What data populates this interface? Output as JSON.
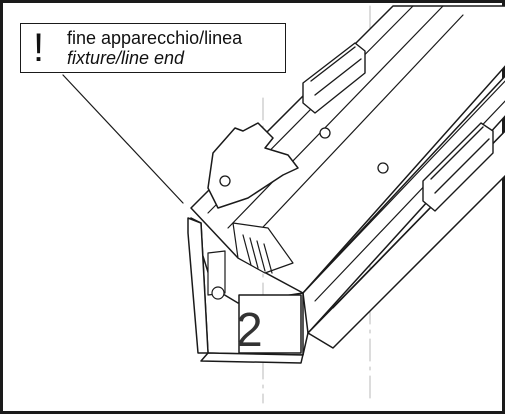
{
  "callout": {
    "symbol": "!",
    "line_it": "fine apparecchio/linea",
    "line_en": "fixture/line end"
  },
  "step_number": "2",
  "colors": {
    "outline": "#1a1a1a",
    "dashed": "#b8b8b8",
    "fill": "#ffffff"
  }
}
